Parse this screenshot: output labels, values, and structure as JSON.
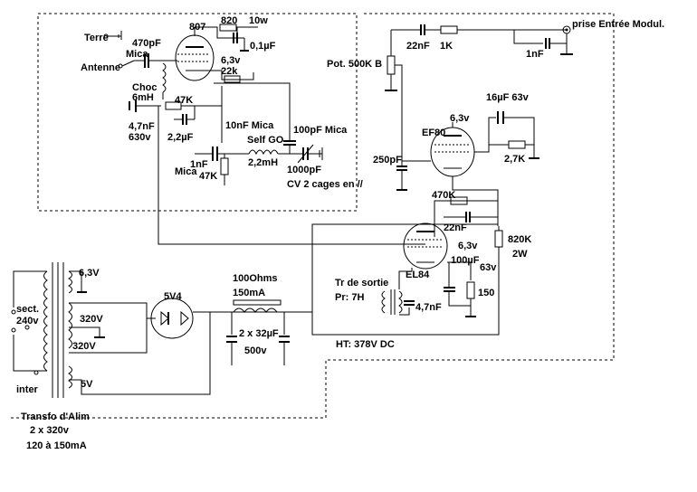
{
  "labels": {
    "terre": "Terre",
    "antenne": "Antenne",
    "c470pf": "470pF",
    "mica1": "Mica",
    "tube807": "807",
    "r820": "820",
    "p10w": "10w",
    "c01uf": "0,1µF",
    "h63v_807": "6,3v",
    "r22k": "22k",
    "choc": "Choc",
    "mh6": "6mH",
    "r47k_top": "47K",
    "c47nf": "4,7nF",
    "v630": "630v",
    "c22uf": "2,2µF",
    "c10nf_mica": "10nF Mica",
    "selfgo": "Self GO",
    "c100pf_mica": "100pF Mica",
    "c1nf": "1nF",
    "mica2": "Mica",
    "r47k_bot": "47K",
    "l22mh": "2,2mH",
    "c1000pf": "1000pF",
    "cv2": "CV 2 cages en //",
    "c22nf_top": "22nF",
    "r1k": "1K",
    "prise": "prise Entrée Modul.",
    "c1nf_right": "1nF",
    "pot": "Pot. 500K B",
    "c16uf": "16µF 63v",
    "h63v_ef80": "6,3v",
    "ef80": "EF80",
    "c250pf": "250pF",
    "r27k": "2,7K",
    "r470k": "470K",
    "c22nf_mid": "22nF",
    "r820k": "820K",
    "p2w": "2W",
    "h63v_el84": "6,3v",
    "c100uf": "100µF",
    "v63": "63v",
    "el84": "EL84",
    "trsortie": "Tr de sortie",
    "pr7h": "Pr:  7H",
    "c47nf_out": "4,7nF",
    "r150": "150",
    "ht": "HT: 378V DC",
    "tr_63v": "6,3V",
    "sect": "sect.",
    "v240": "240v",
    "tr_320v_a": "320V",
    "tr_320v_b": "320V",
    "tube5v4": "5V4",
    "inter": "inter",
    "tr_5v": "5V",
    "r100ohms": "100Ohms",
    "ma150": "150mA",
    "c2x32": "2 x 32µF",
    "v500": "500v",
    "transfo": "Transfo d'Alim",
    "x320": "2 x 320v",
    "range": "120 à 150mA"
  }
}
